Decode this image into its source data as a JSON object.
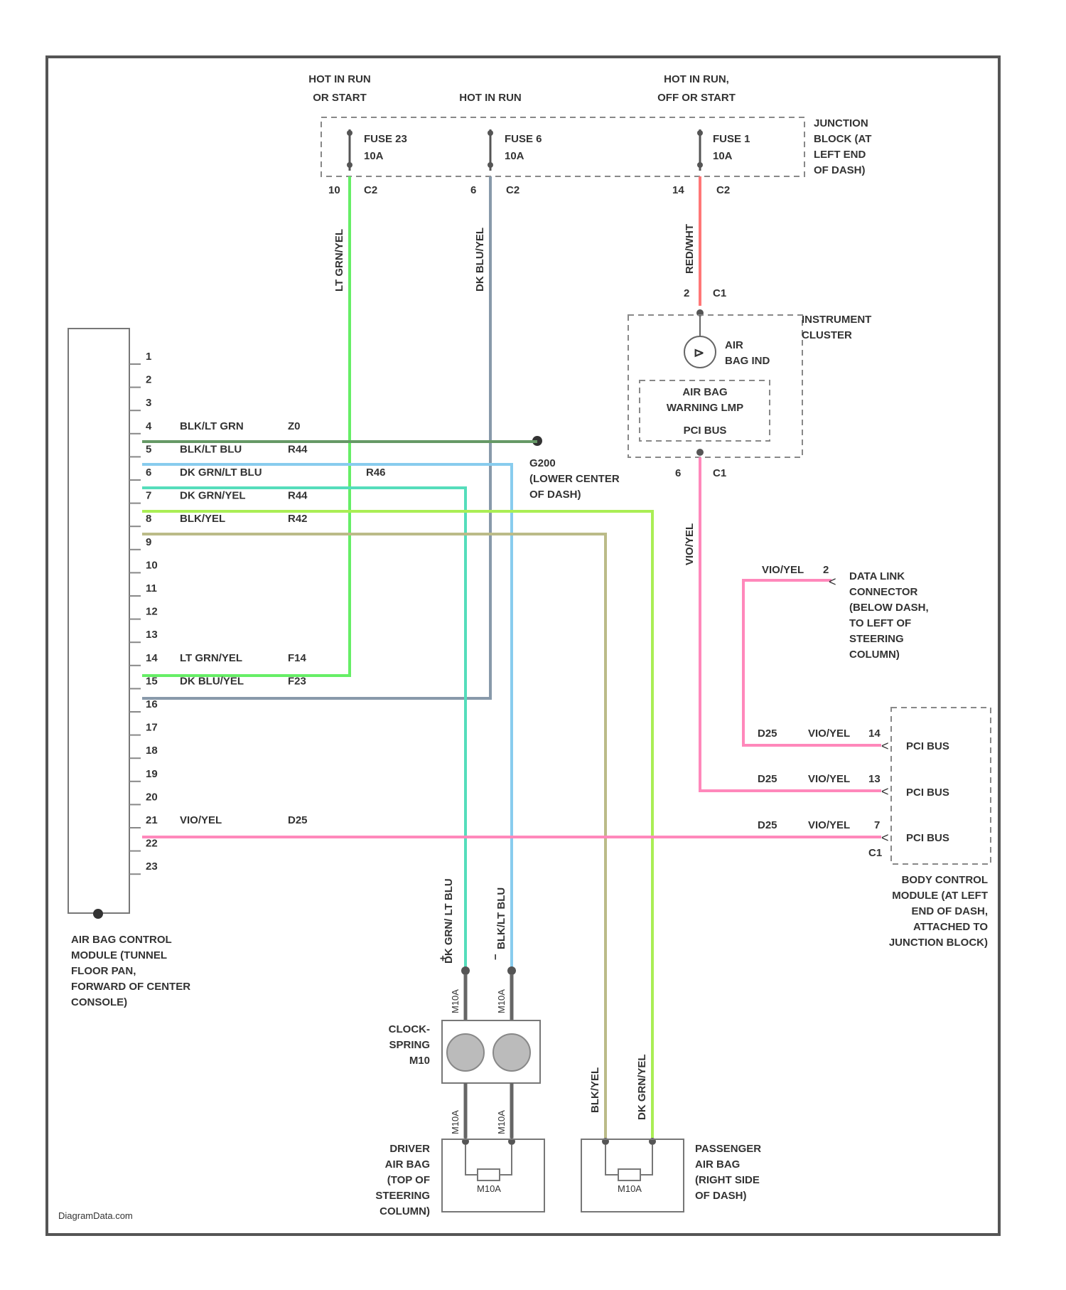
{
  "supply": {
    "hot1": [
      "HOT IN RUN",
      "OR START"
    ],
    "hot2": "HOT IN RUN",
    "hot3": [
      "HOT IN RUN,",
      "OFF OR START"
    ]
  },
  "junction_block": {
    "fuses": [
      {
        "name": "FUSE 23",
        "rating": "10A",
        "pin": "10",
        "conn": "C2"
      },
      {
        "name": "FUSE 6",
        "rating": "10A",
        "pin": "6",
        "conn": "C2"
      },
      {
        "name": "FUSE 1",
        "rating": "10A",
        "pin": "14",
        "conn": "C2"
      }
    ],
    "label": [
      "JUNCTION",
      "BLOCK (AT",
      "LEFT END",
      "OF DASH)"
    ]
  },
  "wires": {
    "fuse23": "LT GRN/YEL",
    "fuse6": "DK BLU/YEL",
    "fuse1": "RED/WHT",
    "cluster_out": "VIO/YEL",
    "dlc": "VIO/YEL",
    "driver_plus": "DK GRN/ LT BLU",
    "driver_minus": "BLK/LT BLU",
    "pass_minus": "BLK/YEL",
    "pass_plus": "DK GRN/YEL"
  },
  "cluster": {
    "title": [
      "INSTRUMENT",
      "CLUSTER"
    ],
    "in_pin": "2",
    "in_conn": "C1",
    "out_pin": "6",
    "out_conn": "C1",
    "indicator": [
      "AIR",
      "BAG IND"
    ],
    "inner": [
      "AIR BAG",
      "WARNING LMP"
    ],
    "bus": "PCI BUS"
  },
  "ground": [
    "G200",
    "(LOWER CENTER",
    "OF DASH)"
  ],
  "module": {
    "pins": [
      "1",
      "2",
      "3",
      "4",
      "5",
      "6",
      "7",
      "8",
      "9",
      "10",
      "11",
      "12",
      "13",
      "14",
      "15",
      "16",
      "17",
      "18",
      "19",
      "20",
      "21",
      "22",
      "23"
    ],
    "wire_labels": {
      "4": {
        "color": "BLK/LT GRN",
        "circuit": "Z0"
      },
      "5": {
        "color": "BLK/LT BLU",
        "circuit": "R44"
      },
      "6": {
        "color": "DK GRN/LT BLU",
        "circuit": "R46"
      },
      "7": {
        "color": "DK GRN/YEL",
        "circuit": "R44"
      },
      "8": {
        "color": "BLK/YEL",
        "circuit": "R42"
      },
      "14": {
        "color": "LT GRN/YEL",
        "circuit": "F14"
      },
      "15": {
        "color": "DK BLU/YEL",
        "circuit": "F23"
      },
      "21": {
        "color": "VIO/YEL",
        "circuit": "D25"
      }
    },
    "label": [
      "AIR BAG CONTROL",
      "MODULE (TUNNEL",
      "FLOOR PAN,",
      "FORWARD OF CENTER",
      "CONSOLE)"
    ]
  },
  "dlc": {
    "pin": "2",
    "label": [
      "DATA LINK",
      "CONNECTOR",
      "(BELOW DASH,",
      "TO LEFT OF",
      "STEERING",
      "COLUMN)"
    ]
  },
  "bcm": {
    "rows": [
      {
        "circuit": "D25",
        "color": "VIO/YEL",
        "pin": "14",
        "bus": "PCI BUS"
      },
      {
        "circuit": "D25",
        "color": "VIO/YEL",
        "pin": "13",
        "bus": "PCI BUS"
      },
      {
        "circuit": "D25",
        "color": "VIO/YEL",
        "pin": "7",
        "bus": "PCI BUS"
      }
    ],
    "conn": "C1",
    "label": [
      "BODY CONTROL",
      "MODULE (AT LEFT",
      "END OF DASH,",
      "ATTACHED TO",
      "JUNCTION BLOCK)"
    ]
  },
  "clockspring": {
    "label": [
      "CLOCK-",
      "SPRING",
      "M10"
    ],
    "conn_label": "M10A"
  },
  "driver_bag": {
    "label": [
      "DRIVER",
      "AIR BAG",
      "(TOP OF",
      "STEERING",
      "COLUMN)"
    ],
    "squib": "M10A"
  },
  "pass_bag": {
    "label": [
      "PASSENGER",
      "AIR BAG",
      "(RIGHT SIDE",
      "OF DASH)"
    ],
    "squib": "M10A"
  },
  "watermark": "DiagramData.com",
  "colors": {
    "green": "#66ee66",
    "teal": "#55ddbb",
    "blue": "#88ccee",
    "gray_blue": "#8899aa",
    "olive": "#bbbb88",
    "yellow_green": "#aaee55",
    "pink": "#ff88bb",
    "red": "#ff7777",
    "dark_green": "#669966"
  }
}
